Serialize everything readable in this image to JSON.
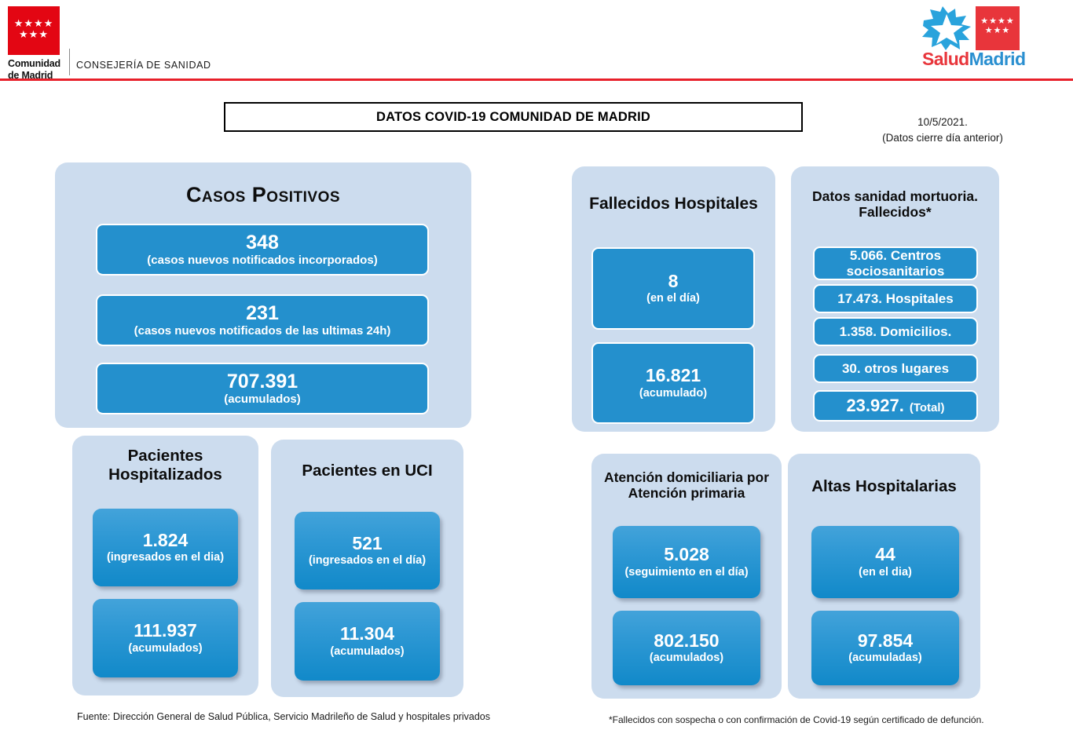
{
  "header": {
    "org_name_line1": "Comunidad",
    "org_name_line2": "de Madrid",
    "department": "CONSEJERÍA DE SANIDAD",
    "stars_row1": "★★★★",
    "stars_row2": "★★★",
    "brand_salud": "Salud",
    "brand_madrid": "Madrid",
    "brand_red": "#e8353b",
    "brand_blue": "#2a8fd0",
    "rule_color": "#e8202a"
  },
  "title": "DATOS COVID-19 COMUNIDAD DE MADRID",
  "date": {
    "value": "10/5/2021.",
    "note": "(Datos cierre día anterior)"
  },
  "panels": {
    "casos_positivos": {
      "title": "Casos Positivos",
      "boxes": [
        {
          "value": "348",
          "label": "(casos nuevos notificados incorporados)"
        },
        {
          "value": "231",
          "label": "(casos nuevos notificados de las ultimas 24h)"
        },
        {
          "value": "707.391",
          "label": "(acumulados)"
        }
      ]
    },
    "pacientes_hospitalizados": {
      "title": "Pacientes Hospitalizados",
      "boxes": [
        {
          "value": "1.824",
          "label": "(ingresados en el dia)"
        },
        {
          "value": "111.937",
          "label": "(acumulados)"
        }
      ]
    },
    "pacientes_uci": {
      "title": "Pacientes en UCI",
      "boxes": [
        {
          "value": "521",
          "label": "(ingresados en el día)"
        },
        {
          "value": "11.304",
          "label": "(acumulados)"
        }
      ]
    },
    "fallecidos_hospitales": {
      "title": "Fallecidos Hospitales",
      "boxes": [
        {
          "value": "8",
          "label": "(en el día)"
        },
        {
          "value": "16.821",
          "label": "(acumulado)"
        }
      ]
    },
    "sanidad_mortuoria": {
      "title": "Datos sanidad mortuoria. Fallecidos*",
      "rows": [
        "5.066. Centros sociosanitarios",
        "17.473. Hospitales",
        "1.358. Domicilios.",
        "30. otros lugares"
      ],
      "total_value": "23.927.",
      "total_label": "(Total)"
    },
    "atencion_domiciliaria": {
      "title": "Atención domiciliaria por Atención primaria",
      "boxes": [
        {
          "value": "5.028",
          "label": "(seguimiento en el día)"
        },
        {
          "value": "802.150",
          "label": "(acumulados)"
        }
      ]
    },
    "altas_hospitalarias": {
      "title": "Altas Hospitalarias",
      "boxes": [
        {
          "value": "44",
          "label": "(en el dia)"
        },
        {
          "value": "97.854",
          "label": "(acumuladas)"
        }
      ]
    }
  },
  "footer": {
    "source": "Fuente: Dirección General de Salud Pública, Servicio Madrileño de Salud y hospitales privados",
    "note": "*Fallecidos con sospecha o con confirmación de Covid-19 según certificado de defunción."
  },
  "colors": {
    "panel_background": "#ccdcee",
    "box_blue": "#2490cd",
    "accent_red": "#e8202a"
  }
}
